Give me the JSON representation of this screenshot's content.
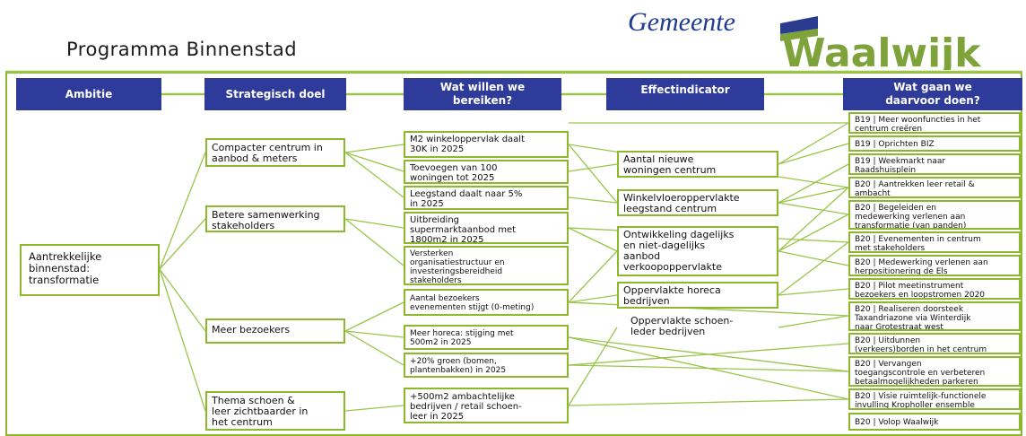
{
  "title": "Programma Binnenstad",
  "logo": {
    "line1": "Gemeente",
    "line2": "Waalwijk",
    "colors": {
      "green": "#7ea33a",
      "blue": "#2b3b8f",
      "text_blue": "#1f3c8e"
    }
  },
  "colors": {
    "header_blue": "#2e3b9a",
    "box_green": "#8db82e",
    "line_green": "#9bc44a"
  },
  "headers": {
    "ambitie": "Ambitie",
    "strategisch_doel": "Strategisch doel",
    "wat_bereiken": "Wat willen we\nbereiken?",
    "effectindicator": "Effectindicator",
    "wat_doen": "Wat gaan we\ndaarvoor doen?"
  },
  "ambitie": "Aantrekkelijke\nbinnenstad:\ntransformatie",
  "doelen": [
    "Compacter centrum in\naanbod & meters",
    "Betere samenwerking\nstakeholders",
    "Meer bezoekers",
    "Thema schoen &\nleer zichtbaarder in\nhet centrum"
  ],
  "resultaten": [
    "M2 winkeloppervlak daalt\n30K in 2025",
    "Toevoegen van 100\nwoningen tot 2025",
    "Leegstand daalt naar 5%\nin 2025",
    "Uitbreiding\nsupermarktaanbod met\n1800m2 in 2025",
    "Versterken\norganisatiestructuur en\ninvesteringsbereidheid\nstakeholders",
    "Aantal bezoekers\nevenementen stijgt (0-meting)",
    "Meer horeca: stijging met\n500m2 in 2025",
    "+20% groen (bomen,\nplantenbakken) in 2025",
    "+500m2 ambachtelijke\nbedrijven / retail schoen-\nleer in 2025"
  ],
  "indicatoren": [
    "Aantal nieuwe\nwoningen centrum",
    "Winkelvloeroppervlakte\nleegstand centrum",
    "Ontwikkeling dagelijks\nen niet-dagelijks\naanbod\nverkoopoppervlakte",
    "Oppervlakte horeca\nbedrijven",
    "Oppervlakte schoen-\nleder bedrijven"
  ],
  "acties": [
    "B19 | Meer woonfuncties in het\ncentrum creëren",
    "B19 | Oprichten BIZ",
    "B19 | Weekmarkt naar\nRaadshuisplein",
    "B20 | Aantrekken leer retail &\nambacht",
    "B20 | Begeleiden en\nmedewerking verlenen aan\ntransformatie (van panden)",
    "B20 | Evenementen in centrum\nmet stakeholders",
    "B20 | Medewerking verlenen aan\nherpositionering de Els",
    "B20 | Pilot meetinstrument\nbezoekers en loopstromen 2020",
    "B20 | Realiseren doorsteek\nTaxandriazone via Winterdijk\nnaar Grotestraat west",
    "B20 | Uitdunnen\n(verkeers)borden in het centrum",
    "B20 | Vervangen\ntoegangscontrole en verbeteren\nbetaalmogelijkheden parkeren",
    "B20 | Visie ruimtelijk-functionele\ninvulling Kropholler ensemble",
    "B20 | Volop Waalwijk"
  ]
}
